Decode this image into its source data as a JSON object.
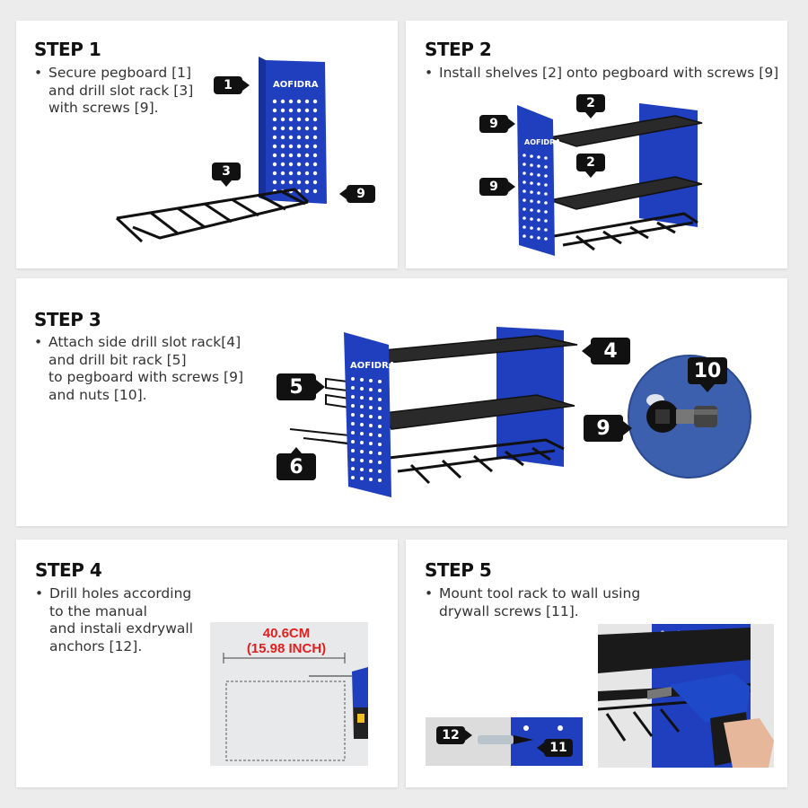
{
  "colors": {
    "pegboard_blue": "#1f3fbf",
    "label_black": "#111111",
    "measure_red": "#e02020"
  },
  "step1": {
    "title": "STEP 1",
    "lines": [
      "Secure pegboard [1]",
      "and drill slot rack [3]",
      "with screws [9]."
    ],
    "brand": "AOFIDRA",
    "callouts": [
      "1",
      "3",
      "9"
    ]
  },
  "step2": {
    "title": "STEP 2",
    "lines": [
      "Install shelves [2] onto pegboard with screws [9]"
    ],
    "brand": "AOFIDRA",
    "callouts": [
      "2",
      "2",
      "9",
      "9"
    ]
  },
  "step3": {
    "title": "STEP 3",
    "lines": [
      "Attach side drill slot rack[4]",
      "and drill bit rack [5]",
      "to pegboard with screws [9]",
      "and nuts [10]."
    ],
    "brand": "AOFIDRA",
    "callouts": [
      "4",
      "5",
      "6",
      "9",
      "10"
    ]
  },
  "step4": {
    "title": "STEP 4",
    "lines": [
      "Drill holes according",
      "to the manual",
      "and instali exdrywall",
      "anchors [12]."
    ],
    "measure_cm": "40.6CM",
    "measure_in": "(15.98 INCH)"
  },
  "step5": {
    "title": "STEP 5",
    "lines": [
      "Mount tool rack to wall using",
      "drywall screws [11]."
    ],
    "callouts": [
      "12",
      "11"
    ]
  }
}
